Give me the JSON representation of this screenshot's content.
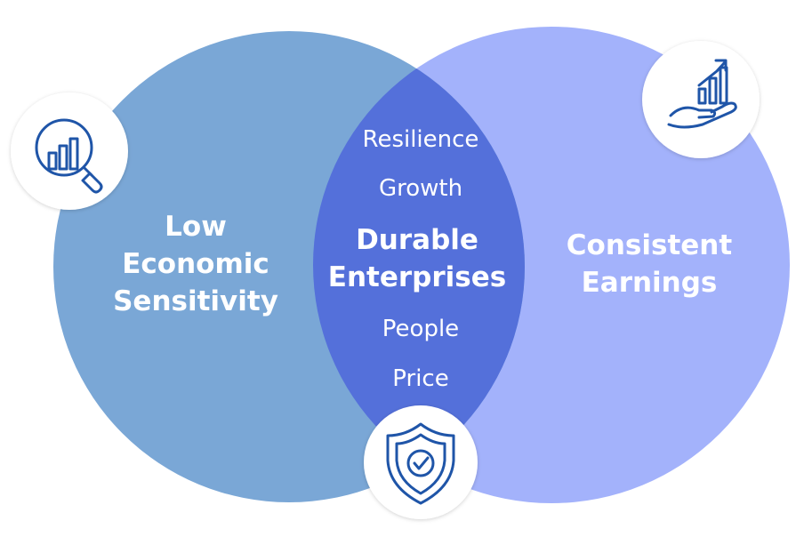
{
  "diagram": {
    "left_circle": {
      "lines": [
        "Low",
        "Economic",
        "Sensitivity"
      ],
      "color": "#7aa7d6"
    },
    "right_circle": {
      "lines": [
        "Consistent",
        "Earnings"
      ],
      "color": "#a3b2fb"
    },
    "overlap": {
      "color": "#5470da",
      "top_items": [
        "Resilience",
        "Growth"
      ],
      "center_lines": [
        "Durable",
        "Enterprises"
      ],
      "bottom_items": [
        "People",
        "Price"
      ]
    },
    "icons": {
      "left": "magnifier-bar-chart-icon",
      "right": "hand-growth-chart-icon",
      "bottom": "shield-check-icon",
      "stroke_color": "#1f55a8"
    }
  }
}
